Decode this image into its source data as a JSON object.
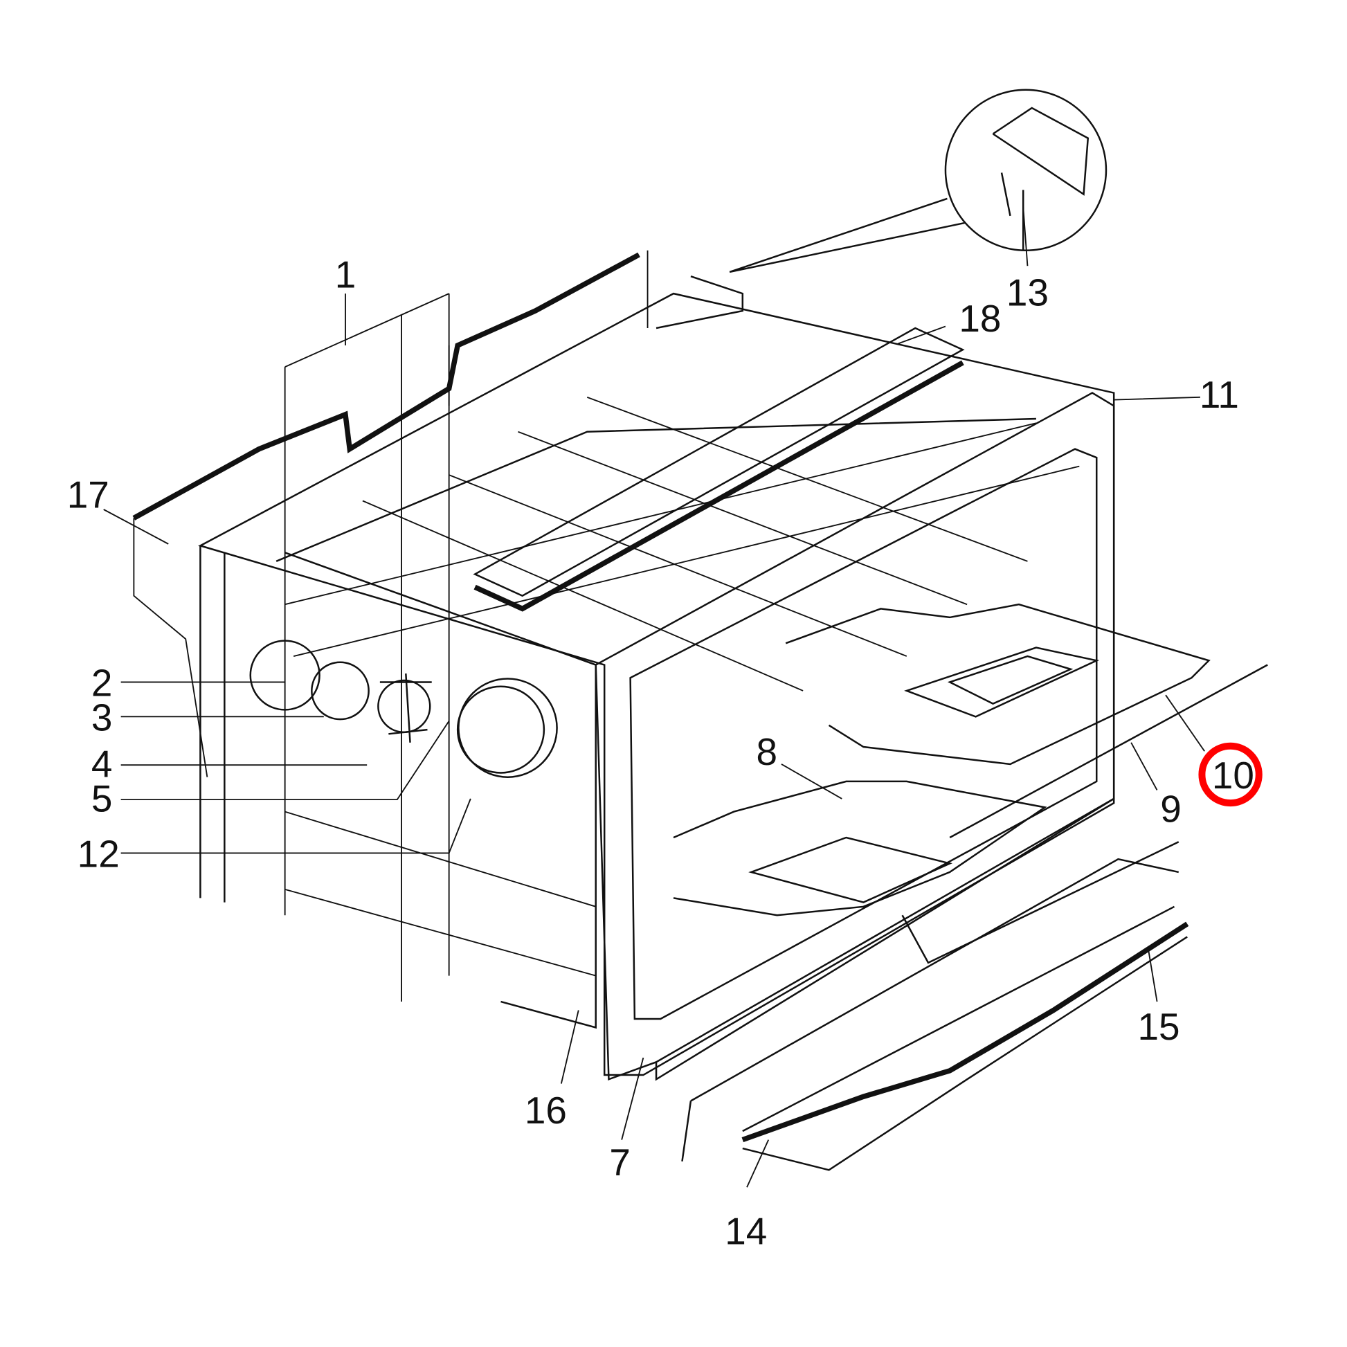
{
  "diagram": {
    "highlight_color": "#ff0000",
    "highlighted_label": "10",
    "labels": {
      "p1": "1",
      "p2": "2",
      "p3": "3",
      "p4": "4",
      "p5": "5",
      "p7": "7",
      "p8": "8",
      "p9": "9",
      "p10": "10",
      "p11": "11",
      "p12": "12",
      "p13": "13",
      "p14": "14",
      "p15": "15",
      "p16": "16",
      "p17": "17",
      "p18": "18"
    }
  }
}
